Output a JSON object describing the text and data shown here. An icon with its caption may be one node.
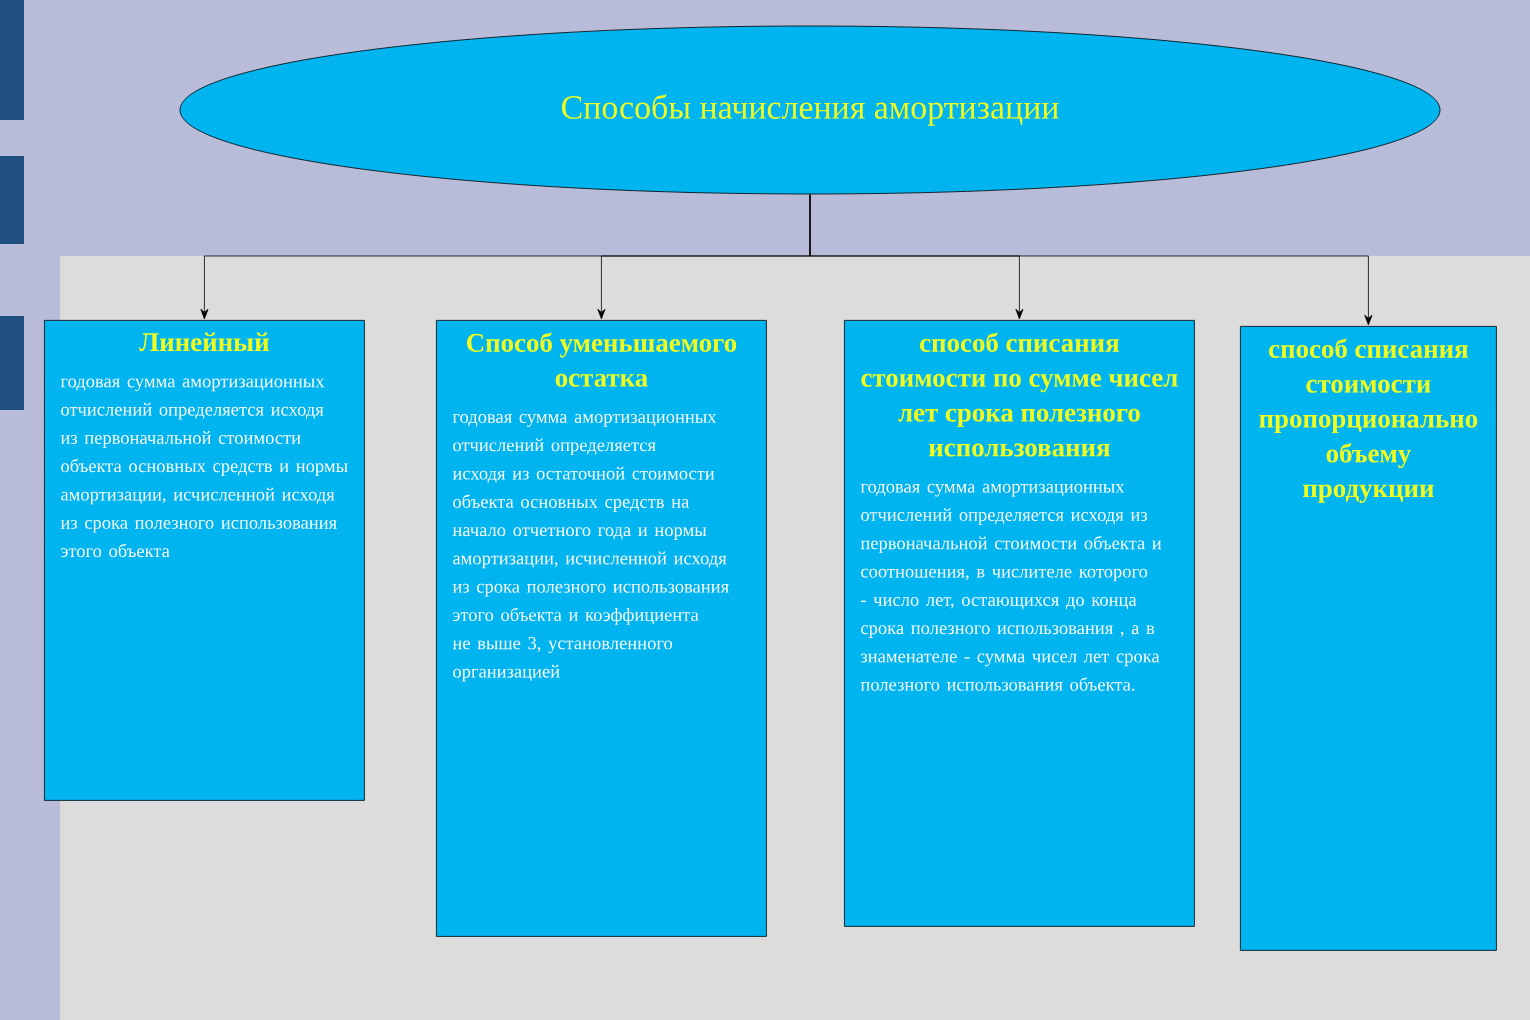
{
  "diagram": {
    "nodes": [
      {
        "text": [
          "Способы начисления амортизации"
        ]
      },
      {
        "text": [
          "Линейный",
          "годовая сумма амортизационных отчислений определяется исходя из первоначальной стоимости объекта основных средств и нормы амортизации, исчисленной исходя из срока полезного использования этого объекта"
        ]
      },
      {
        "text": [
          "Способ уменьшаемого остатка",
          "годовая сумма амортизационных отчислений определяется исходя из остаточной стоимости объекта основных средств на начало отчетного года и нормы амортизации, исчисленной исходя из срока полезного использования этого объекта и коэффициента не выше 3, установленного организацией"
        ]
      },
      {
        "text": [
          "способ списания стоимости по сумме чисел лет срока полезного использования",
          "годовая сумма амортизационных отчислений определяется исходя из первоначальной стоимости объекта и соотношения, в числителе которого - число лет, остающихся до конца срока полезного использования , а в знаменателе - сумма чисел лет срока полезного использования объекта."
        ]
      },
      {
        "text": [
          "способ списания стоимости пропорционально объему продукции"
        ]
      }
    ],
    "edges": [
      {
        "from": 0,
        "to": 1,
        "arrow": "to"
      },
      {
        "from": 0,
        "to": 2,
        "arrow": "to"
      },
      {
        "from": 0,
        "to": 3,
        "arrow": "to"
      },
      {
        "from": 0,
        "to": 4,
        "arrow": "to"
      }
    ]
  }
}
